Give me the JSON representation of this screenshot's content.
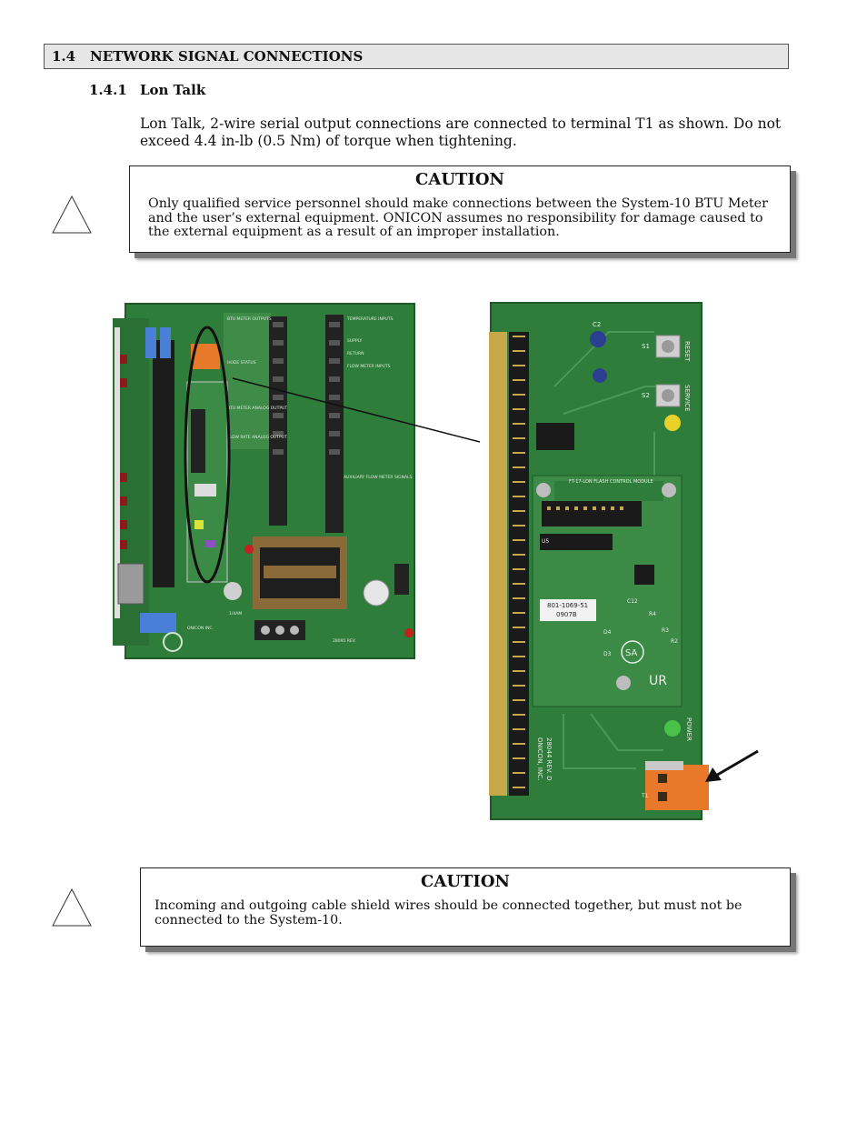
{
  "section": {
    "number": "1.4",
    "title": "NETWORK SIGNAL CONNECTIONS"
  },
  "subsection": {
    "number": "1.4.1",
    "title": "Lon Talk"
  },
  "intro": "Lon Talk, 2-wire serial output connections are connected to terminal T1 as shown. Do not exceed 4.4 in-lb (0.5 Nm) of torque when tightening.",
  "caution1": {
    "heading": "CAUTION",
    "line1": "Only qualified service personnel should make connections between the System-10 BTU Meter",
    "line2": "and the user’s external equipment. ONICON assumes no responsibility for damage caused to",
    "line3": "the external equipment as a result of an improper installation."
  },
  "caution2": {
    "heading": "CAUTION",
    "line1": "Incoming and outgoing cable shield wires should be connected together, but must not be",
    "line2": "connected to the System-10."
  },
  "board_main": {
    "labels": {
      "l1": "BTU METER OUTPUTS",
      "l2": "HODE STATUS",
      "l3": "BTU METER ANALOG OUTPUT",
      "l4": "FLOW RATE ANALOG OUTPUT",
      "l5": "TEMPERATURE INPUTS",
      "l6": "SUPPLY",
      "l7": "RETURN",
      "l8": "FLOW METER INPUTS",
      "l9": "AUXILIARY FLOW METER SIGNALS",
      "l10": "1/4AM",
      "l11": "ONICON INC.",
      "l12": "28095 REV."
    }
  },
  "board_module": {
    "labels": {
      "reset": "RESET",
      "service": "SERVICE",
      "power": "POWER",
      "s1": "S1",
      "s2": "S2",
      "c2": "C2",
      "t1": "T1",
      "module_title": "FT-17-LON FLASH CONTROL MODULE",
      "part": "801-1069-51",
      "lot": "0907B",
      "rev": "28044 REV. D",
      "maker": "ONICON, INC.",
      "c12": "C12",
      "u5": "U5",
      "r4": "R4",
      "r3": "R3",
      "r2": "R2",
      "d3": "D3",
      "d4": "D4",
      "csa": "SA",
      "ur": "UR"
    }
  },
  "colors": {
    "board_green": "#2f7d3a",
    "terminal_orange": "#e8782a",
    "header_gray": "#e6e6e6"
  }
}
